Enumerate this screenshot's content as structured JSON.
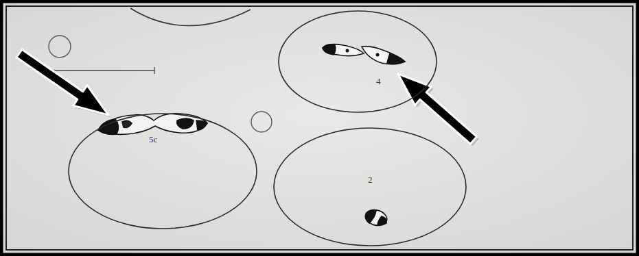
{
  "diagram": {
    "nodes": [
      {
        "text": [
          "4"
        ]
      },
      {
        "text": [
          "5c"
        ]
      },
      {
        "text": [
          "2"
        ]
      }
    ]
  }
}
